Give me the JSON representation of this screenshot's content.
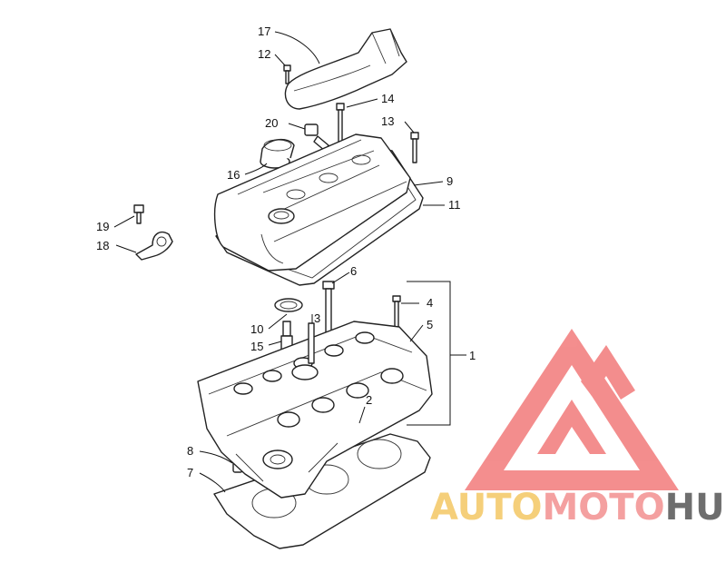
{
  "callouts": [
    {
      "id": "1",
      "label": "1"
    },
    {
      "id": "2",
      "label": "2"
    },
    {
      "id": "3",
      "label": "3"
    },
    {
      "id": "4",
      "label": "4"
    },
    {
      "id": "5",
      "label": "5"
    },
    {
      "id": "6",
      "label": "6"
    },
    {
      "id": "7",
      "label": "7"
    },
    {
      "id": "8",
      "label": "8"
    },
    {
      "id": "9",
      "label": "9"
    },
    {
      "id": "10",
      "label": "10"
    },
    {
      "id": "11",
      "label": "11"
    },
    {
      "id": "12",
      "label": "12"
    },
    {
      "id": "13",
      "label": "13"
    },
    {
      "id": "14",
      "label": "14"
    },
    {
      "id": "15",
      "label": "15"
    },
    {
      "id": "16",
      "label": "16"
    },
    {
      "id": "17",
      "label": "17"
    },
    {
      "id": "18",
      "label": "18"
    },
    {
      "id": "19",
      "label": "19"
    },
    {
      "id": "20",
      "label": "20"
    }
  ],
  "watermark": {
    "part1": "AUTO",
    "part2": "MOTO",
    "part3": "HUB",
    "color_gold": "#f5cf7a",
    "color_pink": "#f4a0a0",
    "color_gray": "#6e6e6e",
    "triangle_color": "#f27a7a"
  }
}
